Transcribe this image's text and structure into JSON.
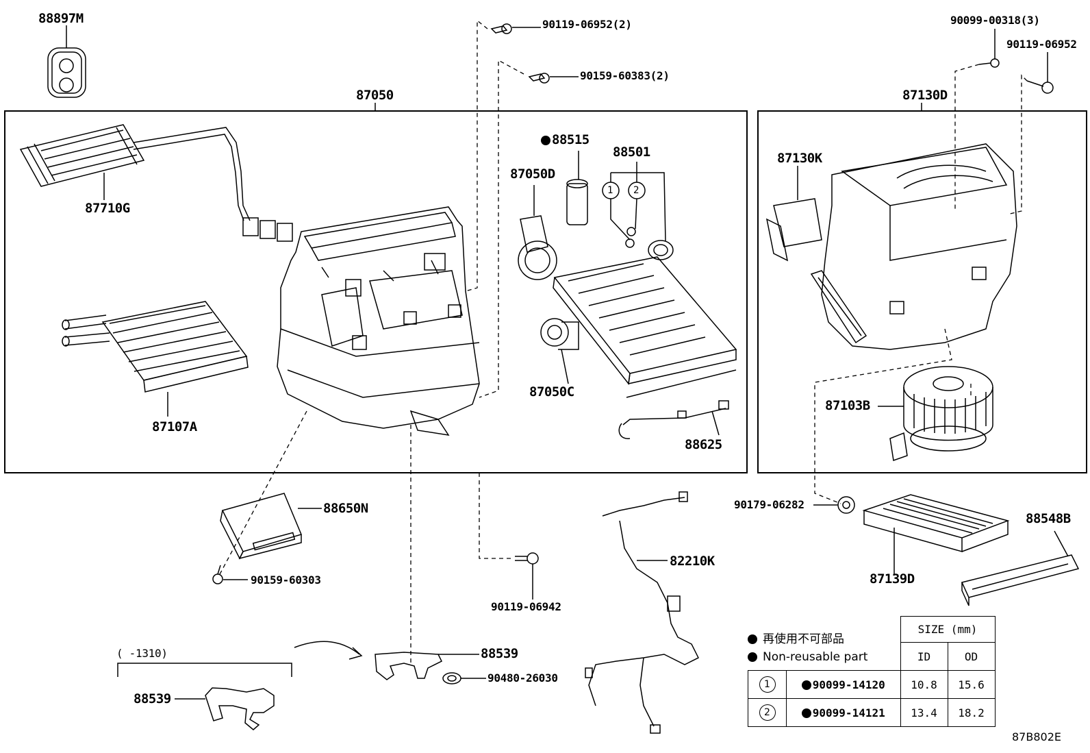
{
  "labels": {
    "p88897M": "88897M",
    "p90119_06952_2": "90119-06952(2)",
    "p90159_60383_2": "90159-60383(2)",
    "p90099_00318_3": "90099-00318(3)",
    "p90119_06952": "90119-06952",
    "p87050": "87050",
    "p87130D": "87130D",
    "p88515": "88515",
    "p88501": "88501",
    "p87050D": "87050D",
    "p87710G": "87710G",
    "p87130K": "87130K",
    "p87107A": "87107A",
    "p87050C": "87050C",
    "p87103B": "87103B",
    "p88625": "88625",
    "p88650N": "88650N",
    "p90179_06282": "90179-06282",
    "p88548B": "88548B",
    "p82210K": "82210K",
    "p87139D": "87139D",
    "p90159_60303": "90159-60303",
    "p90119_06942": "90119-06942",
    "p88539_top": "88539",
    "p88539_left": "88539",
    "p90480_26030": "90480-26030",
    "range_note": "(   -1310)",
    "circle1": "1",
    "circle2": "2",
    "diagram_code": "87B802E"
  },
  "legend": {
    "jp": "再使用不可部品",
    "en": "Non-reusable part"
  },
  "size_table": {
    "header": "SIZE (mm)",
    "col_id": "ID",
    "col_od": "OD",
    "rows": [
      {
        "mark": "1",
        "part": "90099-14120",
        "id": "10.8",
        "od": "15.6"
      },
      {
        "mark": "2",
        "part": "90099-14121",
        "id": "13.4",
        "od": "18.2"
      }
    ]
  }
}
